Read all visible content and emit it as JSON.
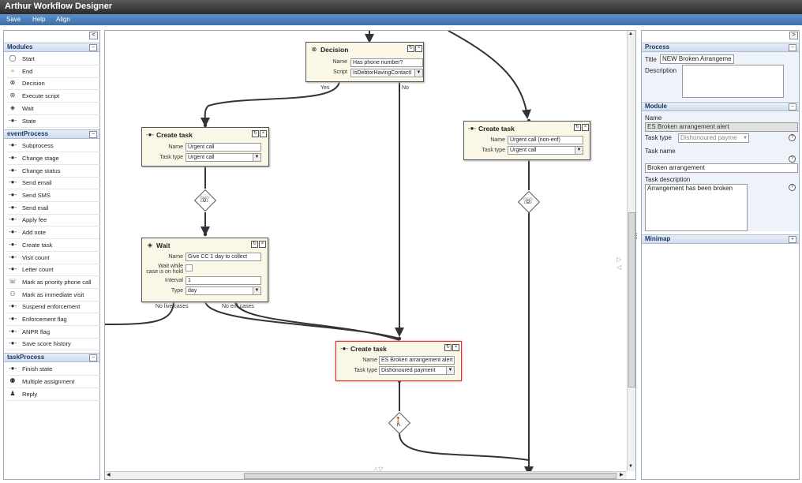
{
  "app": {
    "title": "Arthur Workflow Designer"
  },
  "menu": {
    "items": [
      "Save",
      "Help",
      "Align"
    ]
  },
  "left_panel": {
    "sections": [
      {
        "title": "Modules",
        "items": [
          {
            "label": "Start",
            "icon": "circle-icon"
          },
          {
            "label": "End",
            "icon": "end-circle-icon"
          },
          {
            "label": "Decision",
            "icon": "decision-icon"
          },
          {
            "label": "Execute script",
            "icon": "script-icon"
          },
          {
            "label": "Wait",
            "icon": "wait-icon"
          },
          {
            "label": "State",
            "icon": "state-icon"
          }
        ]
      },
      {
        "title": "eventProcess",
        "items": [
          {
            "label": "Subprocess",
            "icon": "action-icon"
          },
          {
            "label": "Change stage",
            "icon": "action-icon"
          },
          {
            "label": "Change status",
            "icon": "action-icon"
          },
          {
            "label": "Send email",
            "icon": "action-icon"
          },
          {
            "label": "Send SMS",
            "icon": "action-icon"
          },
          {
            "label": "Send mail",
            "icon": "action-icon"
          },
          {
            "label": "Apply fee",
            "icon": "action-icon"
          },
          {
            "label": "Add note",
            "icon": "action-icon"
          },
          {
            "label": "Create task",
            "icon": "action-icon"
          },
          {
            "label": "Visit count",
            "icon": "action-icon"
          },
          {
            "label": "Letter count",
            "icon": "action-icon"
          },
          {
            "label": "Mark as priority phone call",
            "icon": "phone-icon"
          },
          {
            "label": "Mark as immediate visit",
            "icon": "walk-icon"
          },
          {
            "label": "Suspend enforcement",
            "icon": "action-icon"
          },
          {
            "label": "Enforcement flag",
            "icon": "action-icon"
          },
          {
            "label": "ANPR flag",
            "icon": "action-icon"
          },
          {
            "label": "Save score history",
            "icon": "action-icon"
          }
        ]
      },
      {
        "title": "taskProcess",
        "items": [
          {
            "label": "Finish state",
            "icon": "action-icon"
          },
          {
            "label": "Multiple assignment",
            "icon": "users-icon"
          },
          {
            "label": "Reply",
            "icon": "user-icon"
          }
        ]
      }
    ]
  },
  "nodes": {
    "decision": {
      "title": "Decision",
      "name_label": "Name",
      "name_value": "Has phone number?",
      "script_label": "Script",
      "script_value": "IsDebtorHavingContactI"
    },
    "create_task_1": {
      "title": "Create task",
      "name_label": "Name",
      "name_value": "Urgent call",
      "type_label": "Task type",
      "type_value": "Urgent call"
    },
    "create_task_2": {
      "title": "Create task",
      "name_label": "Name",
      "name_value": "Urgent call (non-enf)",
      "type_label": "Task type",
      "type_value": "Urgent call"
    },
    "wait": {
      "title": "Wait",
      "name_label": "Name",
      "name_value": "Give CC 1 day to collect",
      "hold_label_1": "Wait while",
      "hold_label_2": "case is on hold",
      "interval_label": "Interval",
      "interval_value": "1",
      "type_label": "Type",
      "type_value": "day"
    },
    "create_task_3": {
      "title": "Create task",
      "name_label": "Name",
      "name_value": "ES Broken arrangement alert",
      "type_label": "Task type",
      "type_value": "Dishonoured payment"
    }
  },
  "edge_labels": {
    "yes": "Yes",
    "no": "No",
    "no_live_cases": "No live cases",
    "no_enf_cases": "No enf cases"
  },
  "right_panel": {
    "process": {
      "title": "Process",
      "title_label": "Title",
      "title_value": "NEW Broken Arrangeme",
      "description_label": "Description",
      "description_value": ""
    },
    "module": {
      "title": "Module",
      "name_label": "Name",
      "name_value": "ES Broken arrangement alert",
      "task_type_label": "Task type",
      "task_type_value": "Dishonoured payme",
      "task_name_label": "Task name",
      "task_name_value": "Broken arrangement",
      "task_desc_label": "Task description",
      "task_desc_value": "Arrangement has been broken"
    },
    "minimap": {
      "title": "Minimap"
    }
  },
  "colors": {
    "menu": "#4a7ab8",
    "node_bg": "#faf7e6",
    "selected_border": "#dd3333"
  }
}
